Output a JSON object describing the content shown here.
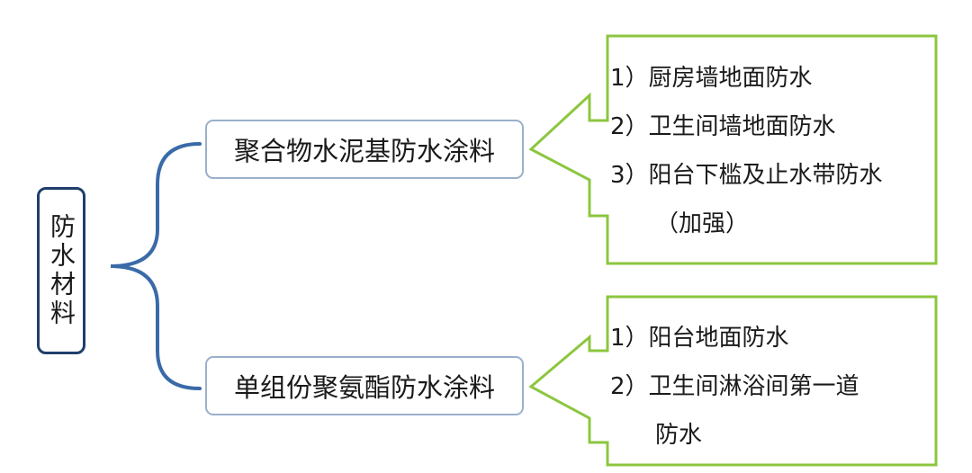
{
  "root": {
    "label": "防水材料"
  },
  "categories": [
    {
      "label": "聚合物水泥基防水涂料",
      "items": [
        "1）厨房墙地面防水",
        "2）卫生间墙地面防水",
        "3）阳台下槛及止水带防水",
        "（加强）"
      ]
    },
    {
      "label": "单组份聚氨酯防水涂料",
      "items": [
        "1）阳台地面防水",
        "2）卫生间淋浴间第一道",
        "防水"
      ]
    }
  ],
  "colors": {
    "brace": "#3a6aa8",
    "root_border": "#1f3f6a",
    "category_border": "#9ab0cc",
    "arrow_border": "#8cc63f"
  }
}
